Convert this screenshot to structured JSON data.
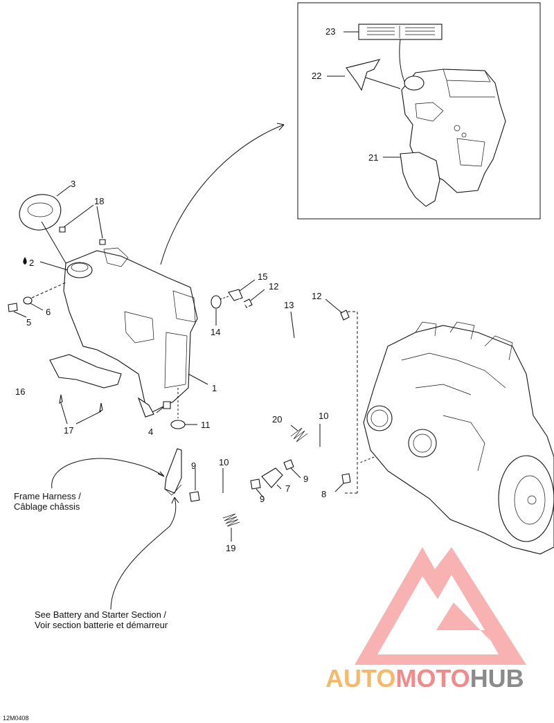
{
  "labels": {
    "p1": "1",
    "p2": "2",
    "p3": "3",
    "p4": "4",
    "p5": "5",
    "p6": "6",
    "p7": "7",
    "p8": "8",
    "p9a": "9",
    "p9b": "9",
    "p9c": "9",
    "p10a": "10",
    "p10b": "10",
    "p11": "11",
    "p12a": "12",
    "p12b": "12",
    "p13": "13",
    "p14": "14",
    "p15": "15",
    "p16": "16",
    "p17": "17",
    "p18": "18",
    "p19": "19",
    "p20": "20",
    "p21": "21",
    "p22": "22",
    "p23": "23"
  },
  "notes": {
    "frame_harness_line1": "Frame Harness /",
    "frame_harness_line2": "Câblage châssis",
    "battery_line1": "See Battery and Starter Section /",
    "battery_line2": "Voir section batterie et démarreur"
  },
  "drawing_code": "12M0408",
  "watermark": {
    "part1": "AUTO",
    "part2": "MOTO",
    "part3": "HUB",
    "color_auto": "#f6b96a",
    "color_moto": "#f28a8a",
    "color_hub": "#8a8a8a",
    "logo_color": "#f05a5a"
  }
}
